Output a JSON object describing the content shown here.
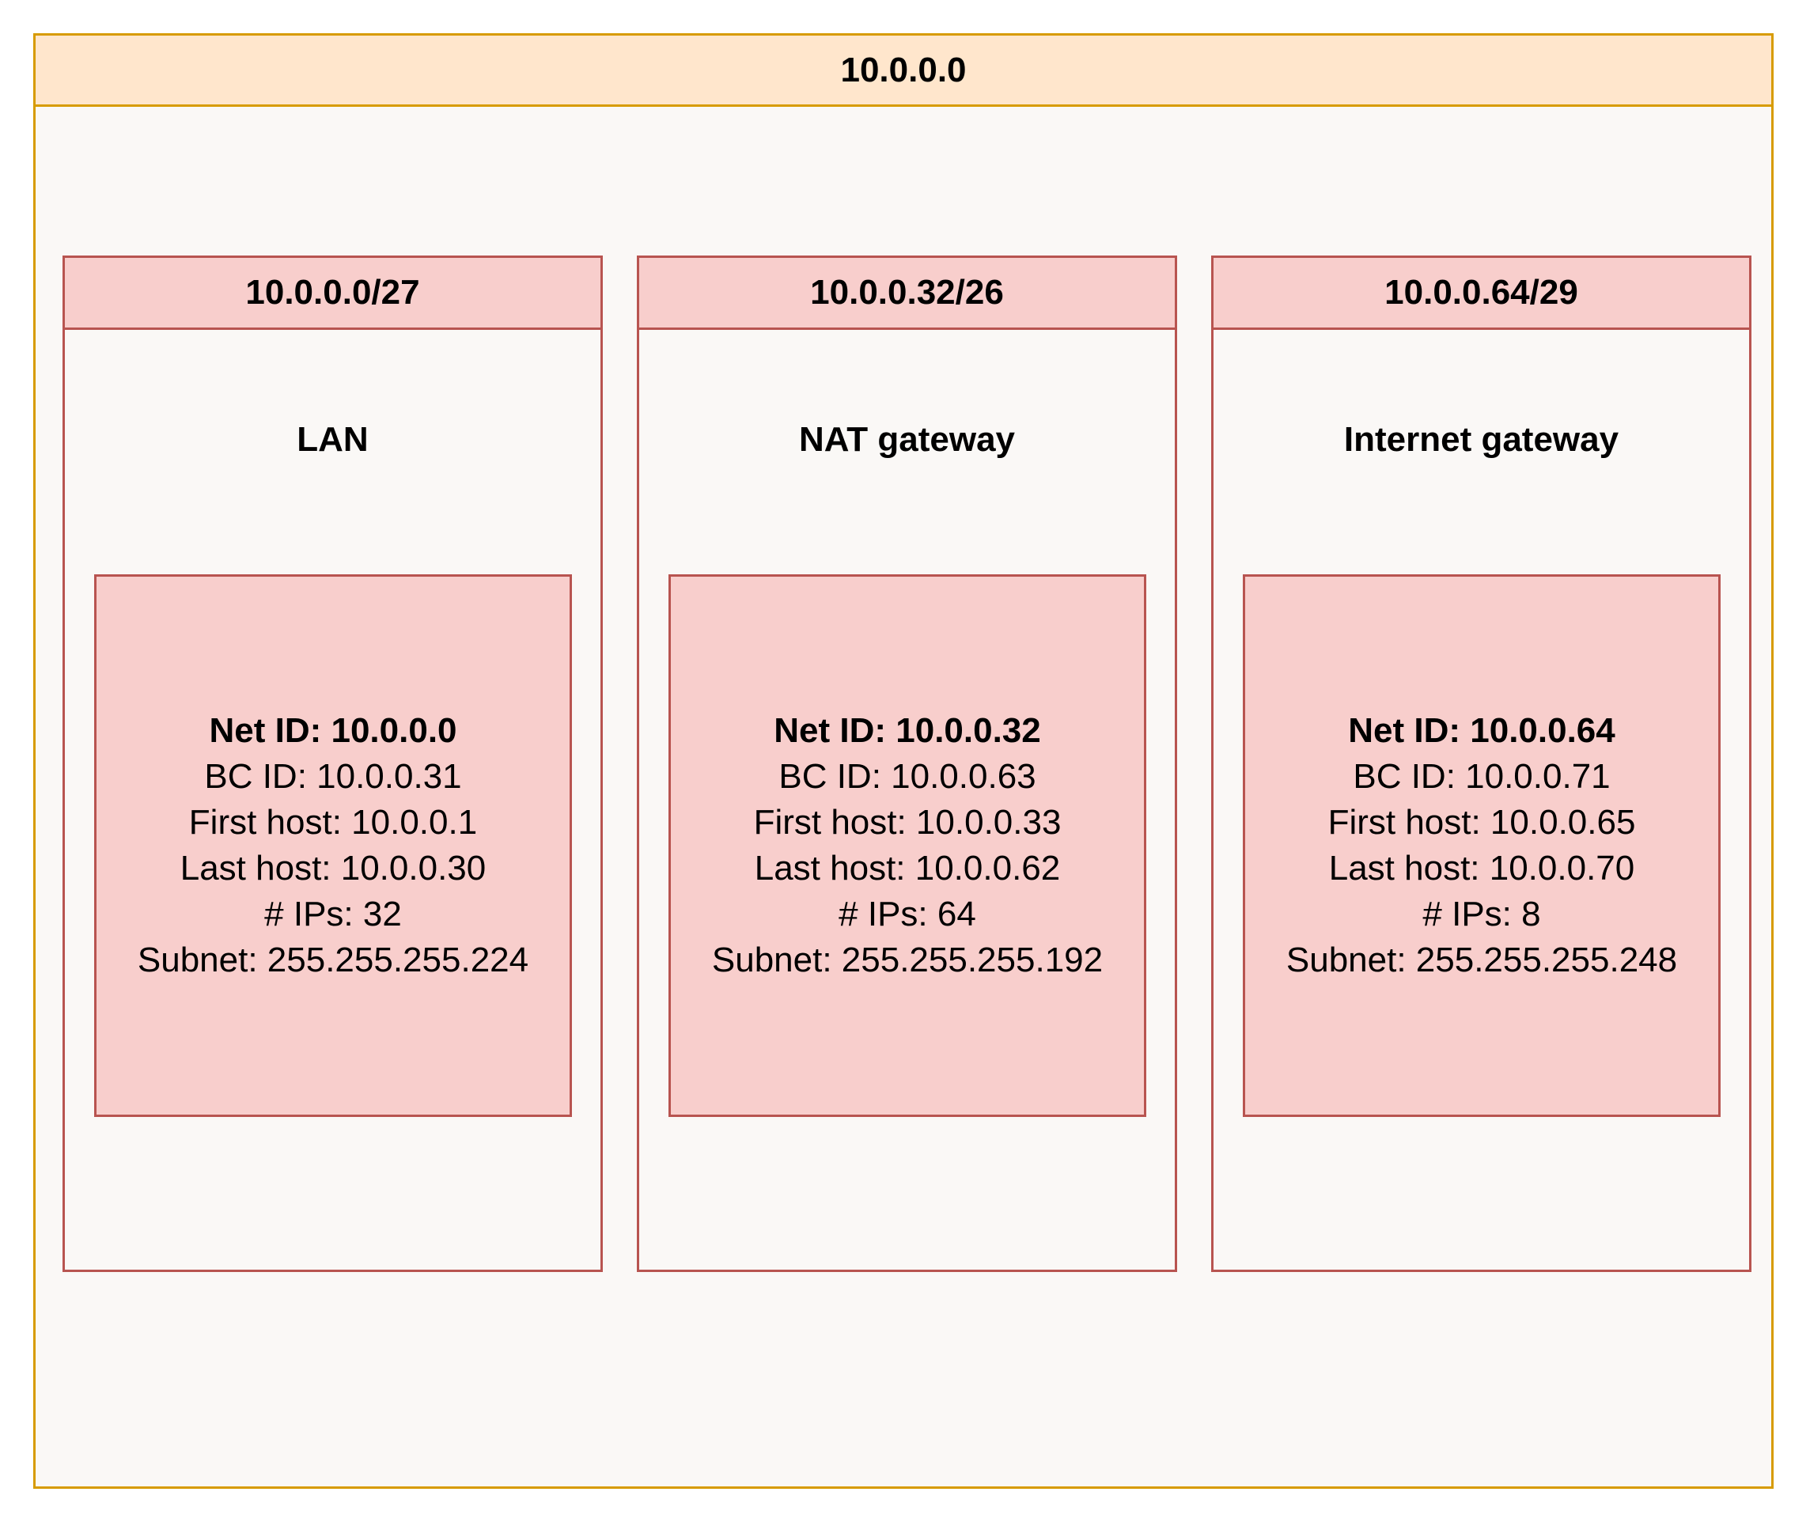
{
  "network": {
    "title": "10.0.0.0",
    "subnets": [
      {
        "cidr": "10.0.0.0/27",
        "label": "LAN",
        "net_id": "Net ID: 10.0.0.0",
        "bc_id": "BC ID: 10.0.0.31",
        "first_host": "First host: 10.0.0.1",
        "last_host": "Last host: 10.0.0.30",
        "ip_count": "# IPs: 32",
        "subnet_mask": "Subnet: 255.255.255.224"
      },
      {
        "cidr": "10.0.0.32/26",
        "label": "NAT gateway",
        "net_id": "Net ID: 10.0.0.32",
        "bc_id": "BC ID: 10.0.0.63",
        "first_host": "First host: 10.0.0.33",
        "last_host": "Last host: 10.0.0.62",
        "ip_count": "# IPs: 64",
        "subnet_mask": "Subnet: 255.255.255.192"
      },
      {
        "cidr": "10.0.0.64/29",
        "label": "Internet gateway",
        "net_id": "Net ID: 10.0.0.64",
        "bc_id": "BC ID: 10.0.0.71",
        "first_host": "First host: 10.0.0.65",
        "last_host": "Last host: 10.0.0.70",
        "ip_count": "# IPs: 8",
        "subnet_mask": "Subnet: 255.255.255.248"
      }
    ]
  },
  "colors": {
    "outer_border": "#D79B00",
    "outer_header_fill": "#FFE6CC",
    "container_fill": "#FAF8F6",
    "subnet_border": "#B85450",
    "subnet_fill": "#F8CECC"
  }
}
